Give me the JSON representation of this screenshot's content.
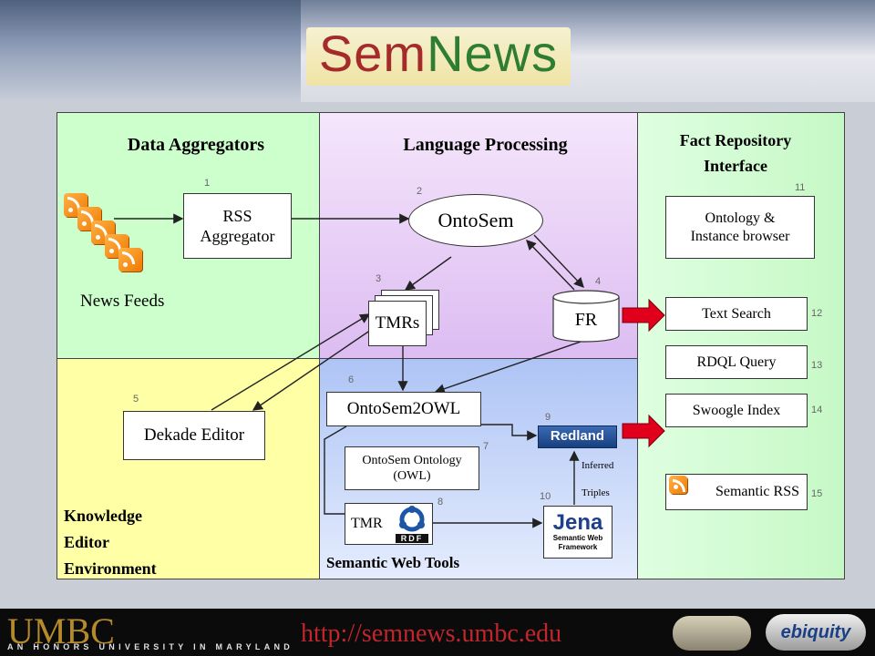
{
  "logo": {
    "part1": "Sem",
    "part2": "News"
  },
  "panels": {
    "data_aggregators": {
      "heading": "Data Aggregators"
    },
    "language_processing": {
      "heading": "Language Processing"
    },
    "fact_repository": {
      "heading_line1": "Fact Repository",
      "heading_line2": "Interface"
    },
    "knowledge_editor": {
      "line1": "Knowledge",
      "line2": "Editor",
      "line3": "Environment"
    },
    "semantic_web_tools": {
      "heading": "Semantic Web Tools"
    }
  },
  "nodes": {
    "rss_aggregator": {
      "line1": "RSS",
      "line2": "Aggregator",
      "num": "1"
    },
    "news_feeds": {
      "label": "News Feeds"
    },
    "ontosem": {
      "label": "OntoSem",
      "num": "2"
    },
    "tmrs": {
      "label": "TMRs",
      "num": "3"
    },
    "fr": {
      "label": "FR",
      "num": "4"
    },
    "dekade": {
      "label": "Dekade Editor",
      "num": "5"
    },
    "ontosem2owl": {
      "label": "OntoSem2OWL",
      "num": "6"
    },
    "ontosem_ontology": {
      "line1": "OntoSem Ontology",
      "line2": "(OWL)",
      "num": "7"
    },
    "tmr_rdf": {
      "label": "TMR",
      "badge": "RDF",
      "num": "8"
    },
    "redland": {
      "label": "Redland",
      "num": "9"
    },
    "jena": {
      "title": "Jena",
      "line1": "Semantic Web",
      "line2": "Framework",
      "num": "10"
    },
    "inferred": {
      "line1": "Inferred",
      "line2": "Triples"
    },
    "ontology_browser": {
      "line1": "Ontology &",
      "line2": "Instance browser",
      "num": "11"
    },
    "text_search": {
      "label": "Text Search",
      "num": "12"
    },
    "rdql_query": {
      "label": "RDQL Query",
      "num": "13"
    },
    "swoogle_index": {
      "label": "Swoogle Index",
      "num": "14"
    },
    "semantic_rss": {
      "label": "Semantic RSS",
      "num": "15"
    }
  },
  "footer": {
    "umbc": "UMBC",
    "tagline": "AN HONORS UNIVERSITY IN MARYLAND",
    "url": "http://semnews.umbc.edu",
    "partner": "ebiquity"
  },
  "colors": {
    "green_panel": "#ccffcc",
    "lavender_panel": "#e3c7f5",
    "yellow_panel": "#ffffa6",
    "blue_panel": "#b3c9f7",
    "arrow_red": "#e0001b",
    "redland_blue": "#1d4f91"
  }
}
